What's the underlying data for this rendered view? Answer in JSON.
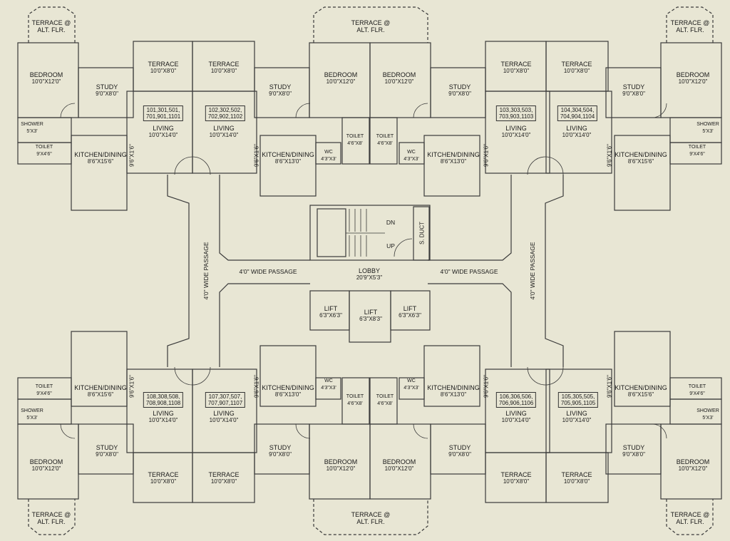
{
  "rooms": {
    "terrace_alt": "TERRACE @\nALT. FLR.",
    "terrace": {
      "name": "TERRACE",
      "dim": "10'0\"X8'0\""
    },
    "bedroom": {
      "name": "BEDROOM",
      "dim": "10'0\"X12'0\""
    },
    "study": {
      "name": "STUDY",
      "dim": "9'0\"X8'0\""
    },
    "living": {
      "name": "LIVING",
      "dim": "10'0\"X14'0\""
    },
    "kitchen_a": {
      "name": "KITCHEN/DINING",
      "dim": "8'6\"X15'6\""
    },
    "kitchen_b": {
      "name": "KITCHEN/DINING",
      "dim": "8'6\"X13'0\""
    },
    "toilet_small": {
      "name": "TOILET",
      "dim": "9'X4'6\""
    },
    "shower": {
      "name": "SHOWER",
      "dim": "5'X3'"
    },
    "toilet_inner": {
      "name": "TOILET",
      "dim": "4'6\"X8'"
    },
    "wc": {
      "name": "WC",
      "dim": "4'3\"X3'"
    },
    "shaft": "9'6\"X1'6\"",
    "lift_side": {
      "name": "LIFT",
      "dim": "6'3\"X6'3\""
    },
    "lift_mid": {
      "name": "LIFT",
      "dim": "6'3\"X8'3\""
    },
    "lobby": {
      "name": "LOBBY",
      "dim": "20'9\"X5'3\""
    },
    "passage": "4'0\" WIDE PASSAGE",
    "duct": "S. DUCT",
    "dn": "DN",
    "up": "UP"
  },
  "units": {
    "u1": "101,301,501,\n701,901,1101",
    "u2": "102,302,502,\n702,902,1102",
    "u3": "103,303,503,\n703,903,1103",
    "u4": "104,304,504,\n704,904,1104",
    "u5": "105,305,505,\n705,905,1105",
    "u6": "106,306,506,\n706,906,1106",
    "u7": "107,307,507,\n707,907,1107",
    "u8": "108,308,508,\n708,908,1108"
  }
}
